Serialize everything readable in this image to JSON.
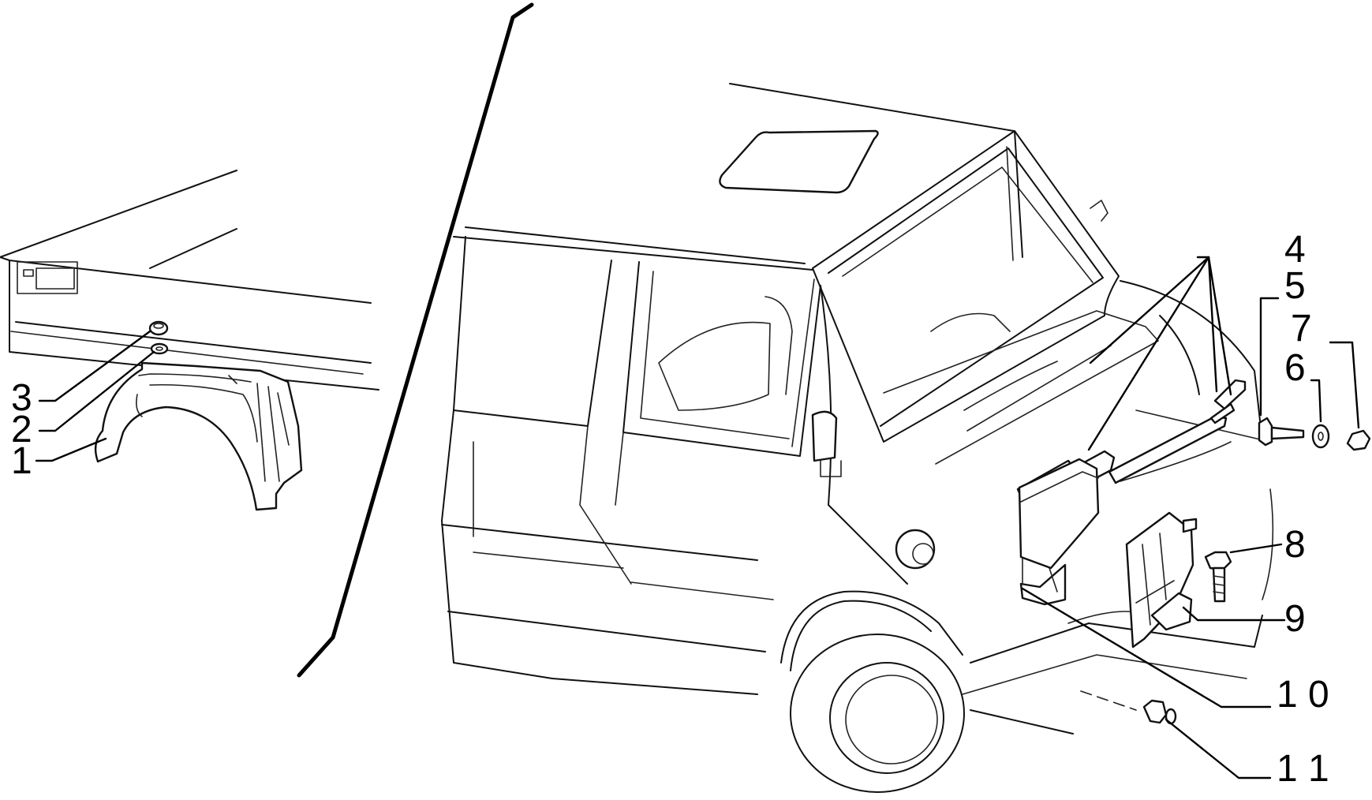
{
  "callouts": {
    "c1": "1",
    "c2": "2",
    "c3": "3",
    "c4": "4",
    "c5": "5",
    "c6": "6",
    "c7": "7",
    "c8": "8",
    "c9": "9",
    "c10": "1 0",
    "c11": "1 1"
  },
  "colors": {
    "line": "#111111",
    "background": "#ffffff"
  }
}
